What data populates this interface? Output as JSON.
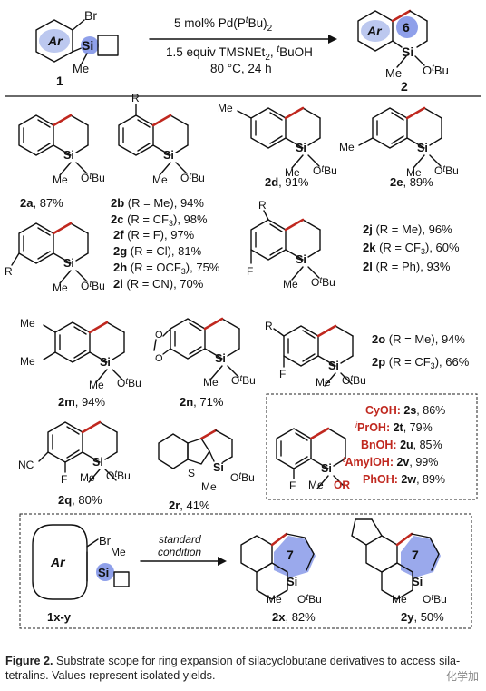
{
  "scheme": {
    "sm_label": "1",
    "product_label": "2",
    "conditions": {
      "line1": "5 mol% Pd(P",
      "line1_tBu": "Bu",
      "line2": "1.5 equiv TMSNEt",
      "line2_tail": ", ",
      "line2_tBuOH": "BuOH",
      "line3": "80 °C, 24 h"
    },
    "atoms": {
      "Ar": "Ar",
      "Si": "Si",
      "Br": "Br",
      "Me": "Me",
      "OtBu": "O",
      "tBu": "Bu",
      "t": "t",
      "ring_size": "6",
      "ring_size_7": "7",
      "F": "F",
      "S": "S",
      "O": "O",
      "NC": "NC",
      "R": "R",
      "OR": "OR"
    }
  },
  "entries": [
    {
      "id": "2a",
      "yield": ", 87%"
    },
    {
      "id": "2b",
      "note": "(R = Me), 94%"
    },
    {
      "id": "2c",
      "note": "(R = CF",
      "note_tail": "), 98%"
    },
    {
      "id": "2d",
      "yield": ",  91%"
    },
    {
      "id": "2e",
      "yield": ", 89%"
    },
    {
      "id": "2f",
      "note": "(R = F), 97%"
    },
    {
      "id": "2g",
      "note": "(R = Cl), 81%"
    },
    {
      "id": "2h",
      "note": "(R = OCF",
      "note_tail": "), 75%"
    },
    {
      "id": "2i",
      "note": "(R = CN), 70%"
    },
    {
      "id": "2j",
      "note": "(R = Me), 96%"
    },
    {
      "id": "2k",
      "note": "(R = CF",
      "note_tail": "), 60%"
    },
    {
      "id": "2l",
      "note": "(R = Ph), 93%"
    },
    {
      "id": "2m",
      "yield": ", 94%"
    },
    {
      "id": "2n",
      "yield": ", 71%"
    },
    {
      "id": "2o",
      "note": "(R = Me), 94%"
    },
    {
      "id": "2p",
      "note": "(R = CF",
      "note_tail": "), 66%"
    },
    {
      "id": "2q",
      "yield": ", 80%"
    },
    {
      "id": "2r",
      "yield": ", 41%"
    },
    {
      "id": "2x",
      "yield": ", 82%"
    },
    {
      "id": "2y",
      "yield": ", 50%"
    }
  ],
  "alcohols": [
    {
      "alcohol": "CyOH:",
      "prefix": "",
      "id": "2s",
      "yield": ", 86%"
    },
    {
      "alcohol": "PrOH:",
      "prefix": "i",
      "id": "2t",
      "yield": ", 79%"
    },
    {
      "alcohol": "BnOH:",
      "prefix": "",
      "id": "2u",
      "yield": ", 85%"
    },
    {
      "alcohol": "AmylOH:",
      "prefix": "t",
      "id": "2v",
      "yield": ", 99%"
    },
    {
      "alcohol": "PhOH:",
      "prefix": "",
      "id": "2w",
      "yield": ", 89%"
    }
  ],
  "bottom_scheme": {
    "sm_label": "1x-y",
    "arrow_text_1": "standard",
    "arrow_text_2": "condition"
  },
  "caption": {
    "label": "Figure 2.",
    "text": " Substrate scope for ring expansion of silacyclobutane derivatives to access sila-tetralins. Values represent isolated yields."
  },
  "watermark": "化学加",
  "colors": {
    "accent_red": "#c0281f",
    "ar_blue": "#bcc8ef",
    "si_blue": "#8fa0ea"
  }
}
